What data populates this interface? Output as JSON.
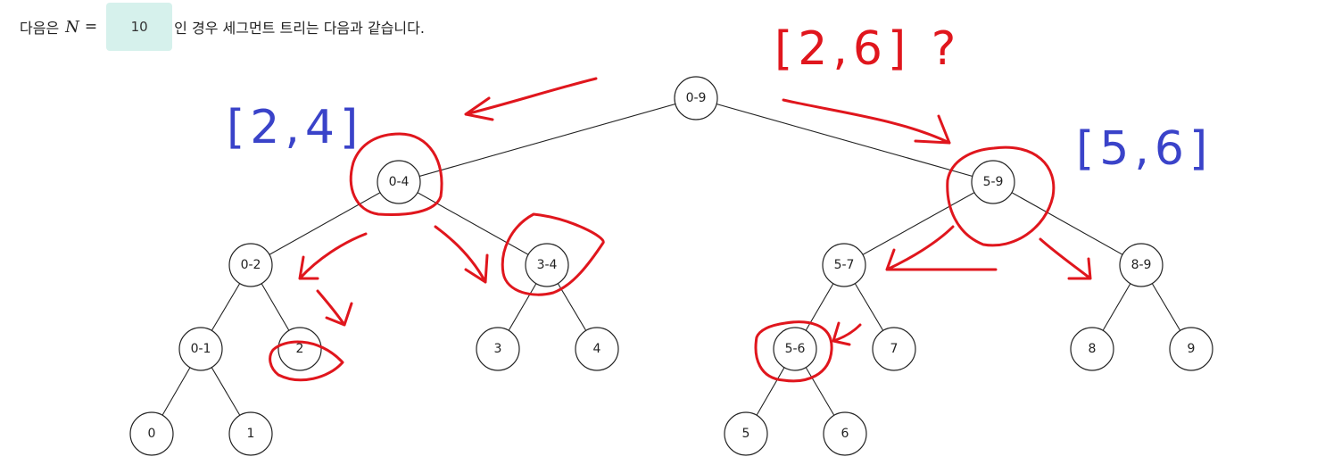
{
  "sentence": {
    "prefix": "다음은",
    "variable": "N",
    "equals": "=",
    "n_value": "10",
    "suffix": "인 경우 세그먼트 트리는 다음과 같습니다."
  },
  "tree": {
    "nodes": [
      {
        "id": "r",
        "label": "0-9"
      },
      {
        "id": "a",
        "label": "0-4"
      },
      {
        "id": "b",
        "label": "5-9"
      },
      {
        "id": "c",
        "label": "0-2"
      },
      {
        "id": "d",
        "label": "3-4"
      },
      {
        "id": "e",
        "label": "5-7"
      },
      {
        "id": "f",
        "label": "8-9"
      },
      {
        "id": "g",
        "label": "0-1"
      },
      {
        "id": "h",
        "label": "2"
      },
      {
        "id": "i",
        "label": "3"
      },
      {
        "id": "j",
        "label": "4"
      },
      {
        "id": "k",
        "label": "5-6"
      },
      {
        "id": "l",
        "label": "7"
      },
      {
        "id": "m",
        "label": "8"
      },
      {
        "id": "n",
        "label": "9"
      },
      {
        "id": "o",
        "label": "0"
      },
      {
        "id": "p",
        "label": "1"
      },
      {
        "id": "q",
        "label": "5"
      },
      {
        "id": "s",
        "label": "6"
      }
    ],
    "edges": [
      [
        "r",
        "a"
      ],
      [
        "r",
        "b"
      ],
      [
        "a",
        "c"
      ],
      [
        "a",
        "d"
      ],
      [
        "b",
        "e"
      ],
      [
        "b",
        "f"
      ],
      [
        "c",
        "g"
      ],
      [
        "c",
        "h"
      ],
      [
        "d",
        "i"
      ],
      [
        "d",
        "j"
      ],
      [
        "e",
        "k"
      ],
      [
        "e",
        "l"
      ],
      [
        "f",
        "m"
      ],
      [
        "f",
        "n"
      ],
      [
        "g",
        "o"
      ],
      [
        "g",
        "p"
      ],
      [
        "k",
        "q"
      ],
      [
        "k",
        "s"
      ]
    ]
  },
  "annotations": {
    "query_ranges": [
      {
        "text": "[2,6] ?",
        "color": "#e0161d"
      },
      {
        "text": "[2,4]",
        "color": "#3a43c9"
      },
      {
        "text": "[5,6]",
        "color": "#3a43c9"
      }
    ],
    "highlighted_nodes": [
      "0-4",
      "5-9",
      "3-4",
      "2",
      "5-6"
    ],
    "ink_colors": {
      "red": "#e0161d",
      "blue": "#3a43c9"
    }
  }
}
